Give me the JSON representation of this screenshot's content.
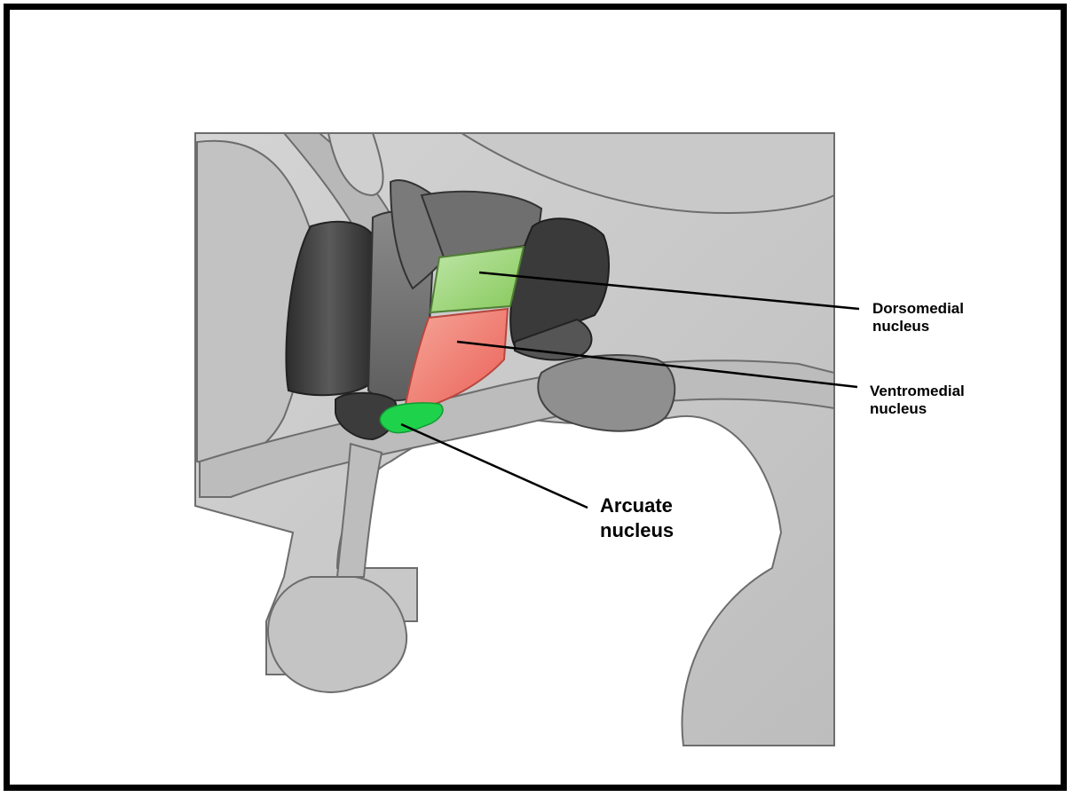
{
  "labels": {
    "dorsomedial": {
      "line1": "Dorsomedial",
      "line2": "nucleus"
    },
    "ventromedial": {
      "line1": "Ventromedial",
      "line2": "nucleus"
    },
    "arcuate": {
      "line1": "Arcuate",
      "line2": "nucleus"
    }
  },
  "colors": {
    "dorsomedial": "#9ed36a",
    "ventromedial": "#f07d72",
    "arcuate": "#1fd24b",
    "frame": "#000000",
    "tissue": "#c9c9c9",
    "dark_structure": "#3a3a3a"
  }
}
